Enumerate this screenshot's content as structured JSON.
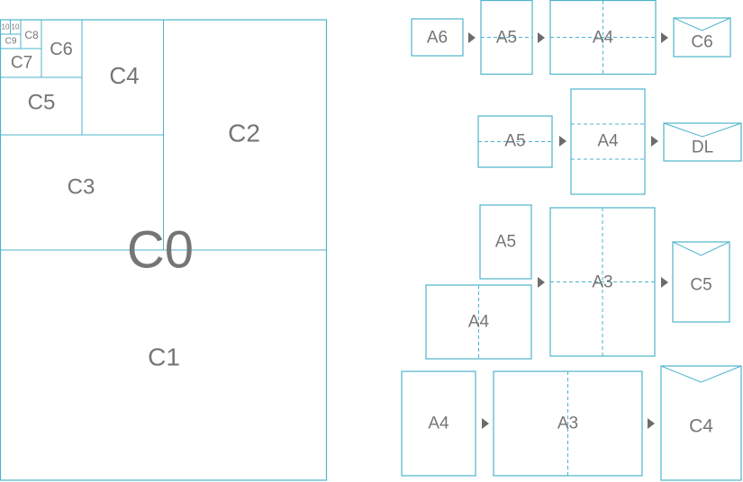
{
  "left_diagram": {
    "c0": "C0",
    "c1": "C1",
    "c2": "C2",
    "c3": "C3",
    "c4": "C4",
    "c5": "C5",
    "c6": "C6",
    "c7": "C7",
    "c8": "C8",
    "c9": "C9",
    "c10a": "10",
    "c10b": "10"
  },
  "row1": {
    "a6": "A6",
    "a5": "A5",
    "a4": "A4",
    "env": "C6"
  },
  "row2": {
    "a5": "A5",
    "a4": "A4",
    "env": "DL"
  },
  "row3": {
    "a5": "A5",
    "a4": "A4",
    "a3": "A3",
    "env": "C5"
  },
  "row4": {
    "a4": "A4",
    "a3": "A3",
    "env": "C4"
  },
  "colors": {
    "line": "#4db3cc",
    "text": "#757575",
    "arrow": "#6b6b6b"
  }
}
